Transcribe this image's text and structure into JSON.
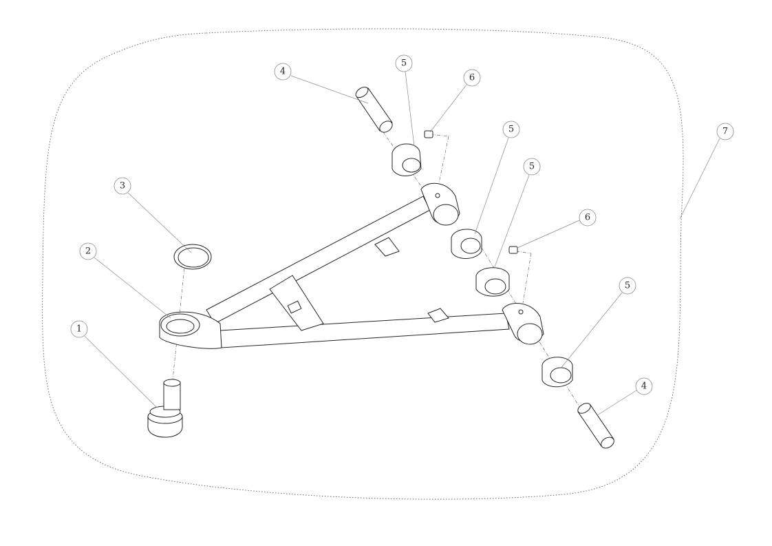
{
  "diagram": {
    "type": "exploded-parts-view",
    "callouts": [
      {
        "id": "c4a",
        "label": "4"
      },
      {
        "id": "c5a",
        "label": "5"
      },
      {
        "id": "c6a",
        "label": "6"
      },
      {
        "id": "c5b",
        "label": "5"
      },
      {
        "id": "c7",
        "label": "7"
      },
      {
        "id": "c5c",
        "label": "5"
      },
      {
        "id": "c3",
        "label": "3"
      },
      {
        "id": "c6b",
        "label": "6"
      },
      {
        "id": "c2",
        "label": "2"
      },
      {
        "id": "c5d",
        "label": "5"
      },
      {
        "id": "c1",
        "label": "1"
      },
      {
        "id": "c4b",
        "label": "4"
      }
    ]
  }
}
